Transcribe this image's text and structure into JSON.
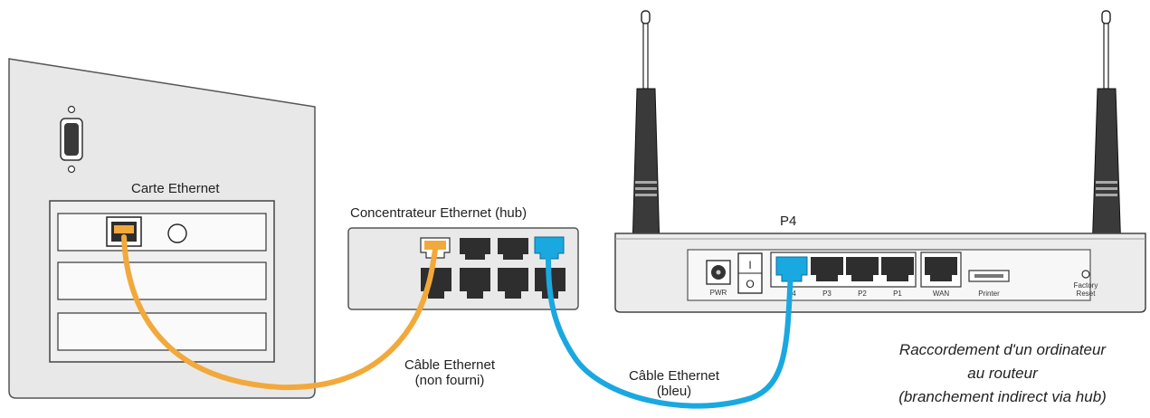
{
  "labels": {
    "ethernet_card": "Carte Ethernet",
    "hub": "Concentrateur Ethernet (hub)",
    "port_p4": "P4",
    "cable_orange_line1": "Câble Ethernet",
    "cable_orange_line2": "(non fourni)",
    "cable_blue_line1": "Câble Ethernet",
    "cable_blue_line2": "(bleu)"
  },
  "router_ports": {
    "pwr": "PWR",
    "switch_on": "I",
    "switch_off": "O",
    "p4": "P4",
    "p3": "P3",
    "p2": "P2",
    "p1": "P1",
    "wan": "WAN",
    "printer": "Printer",
    "factory_line1": "Factory",
    "factory_line2": "Reset"
  },
  "caption": {
    "line1": "Raccordement d'un ordinateur",
    "line2": "au routeur",
    "line3": "(branchement indirect via hub)"
  },
  "colors": {
    "orange_cable": "#f2a93b",
    "blue_cable": "#1aa8e0",
    "panel_gray": "#e6e6e6",
    "port_dark": "#2e2e2e"
  }
}
